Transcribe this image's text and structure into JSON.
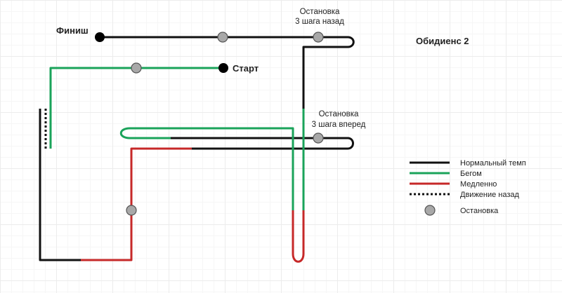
{
  "title": "Обидиенс 2",
  "colors": {
    "normal": "#111111",
    "run": "#1aa35a",
    "slow": "#c62828",
    "stop_fill": "#a8a8a8",
    "point": "#000000"
  },
  "labels": {
    "finish": "Финиш",
    "start": "Старт",
    "stop_back_line1": "Остановка",
    "stop_back_line2": "3 шага назад",
    "stop_forward_line1": "Остановка",
    "stop_forward_line2": "3 шага вперед"
  },
  "legend": {
    "normal": "Нормальный темп",
    "run": "Бегом",
    "slow": "Медленно",
    "backward": "Движение назад",
    "stop": "Остановка"
  }
}
